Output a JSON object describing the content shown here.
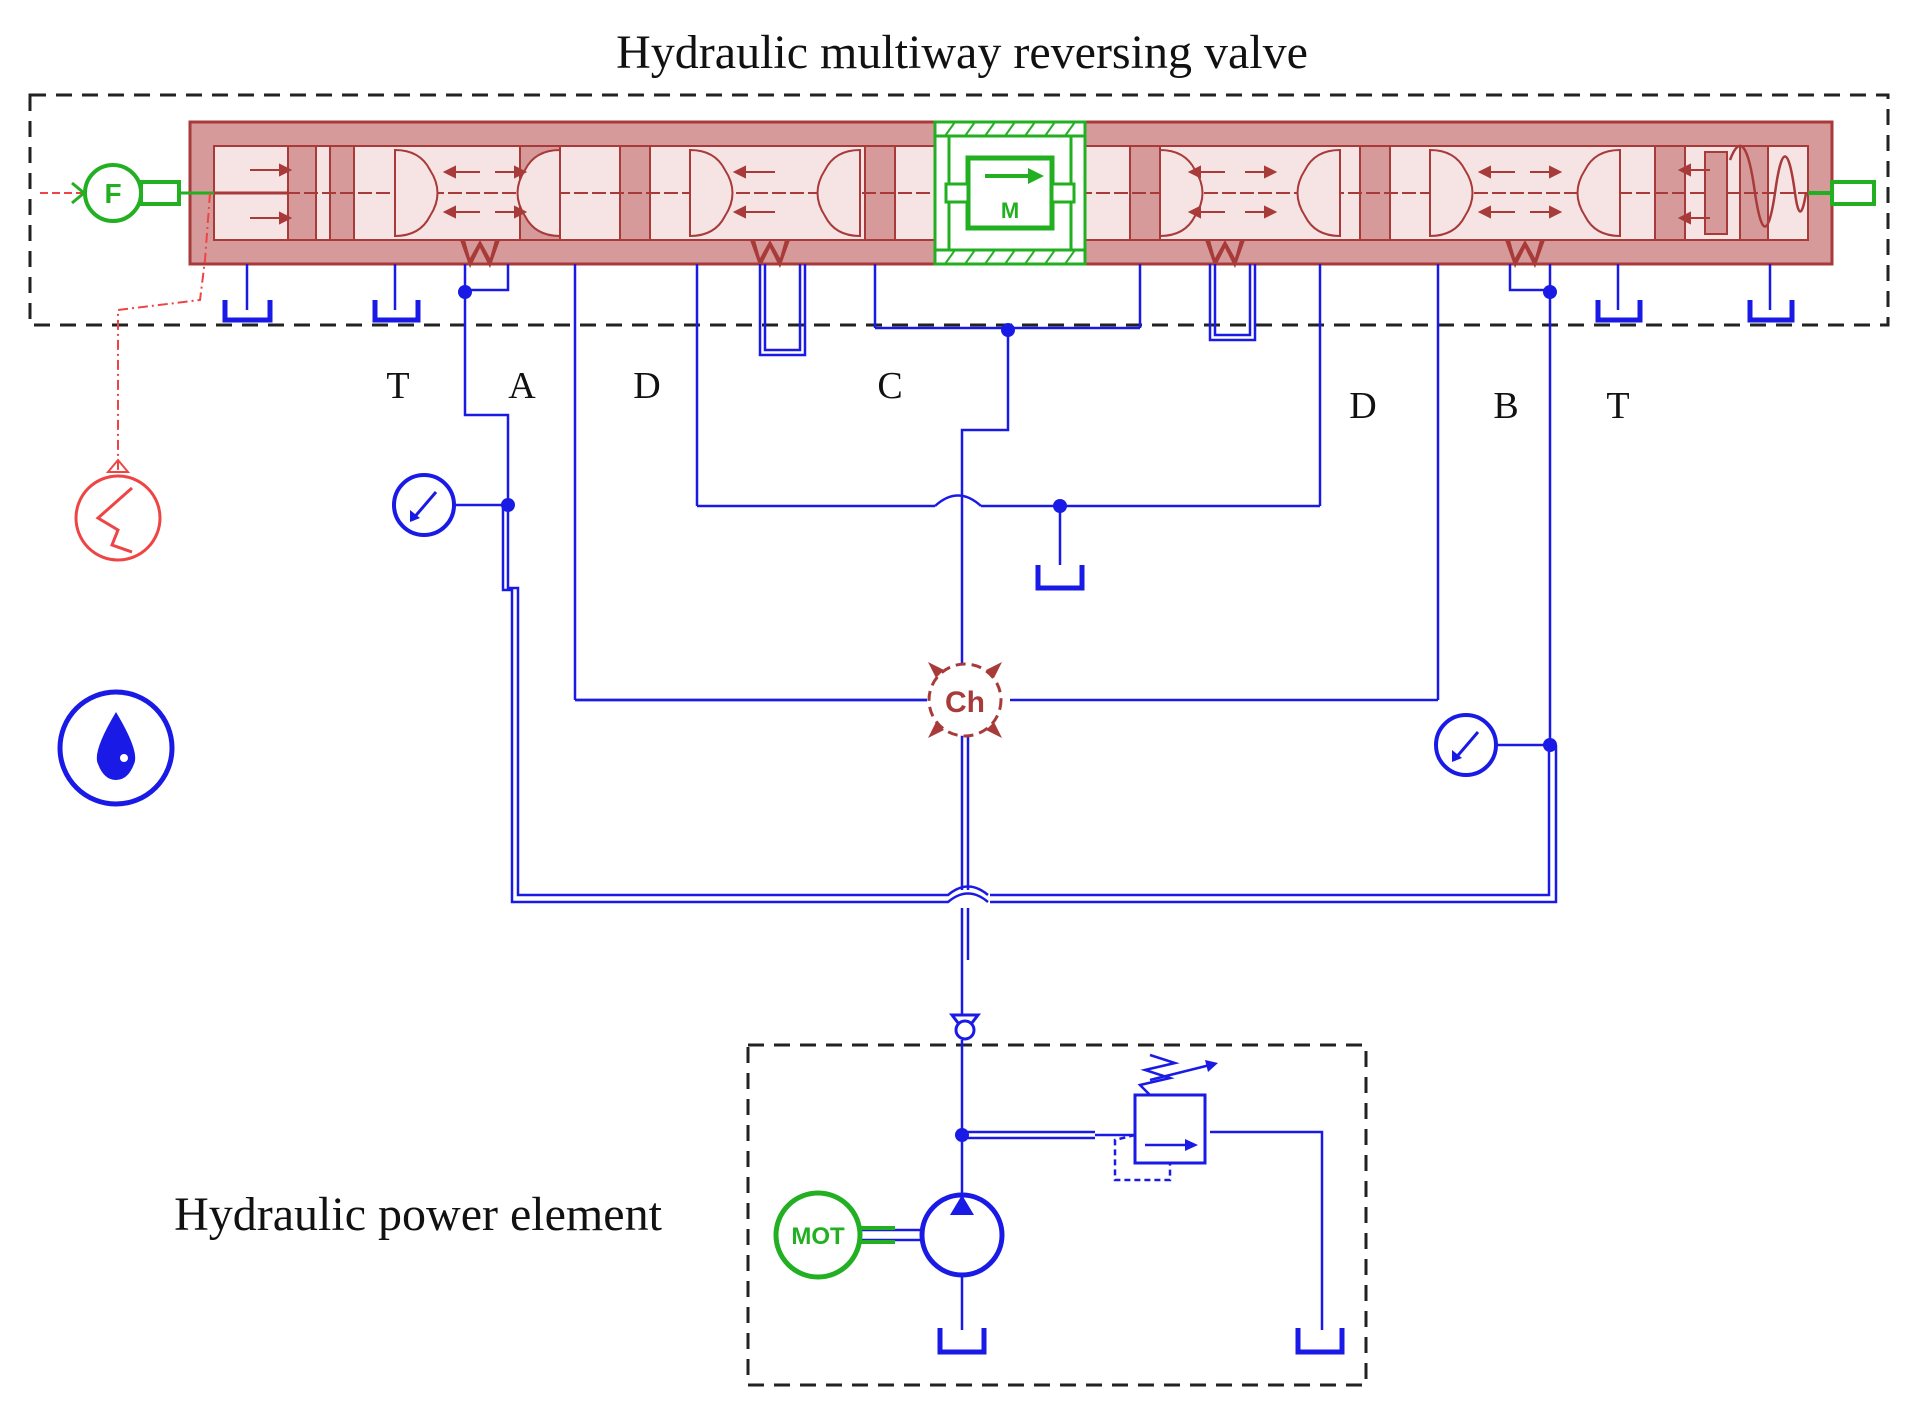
{
  "titles": {
    "valve_group": "Hydraulic multiway reversing valve",
    "power_group": "Hydraulic power element"
  },
  "ports": {
    "t_left": "T",
    "a": "A",
    "d_left": "D",
    "c": "C",
    "d_right": "D",
    "b": "B",
    "t_right": "T"
  },
  "symbols": {
    "force_source": "F",
    "manual_actuator": "M",
    "chamber": "Ch",
    "motor": "MOT"
  },
  "colors": {
    "valve_body": "#d69a9a",
    "valve_outline": "#a83a3a",
    "hydraulic_line": "#1a1ae6",
    "electric_component": "#22b022",
    "signal_element": "#ee4444",
    "frame": "#222222"
  },
  "icons": [
    "force-source-icon",
    "manual-actuator-icon",
    "spring-icon",
    "signal-generator-icon",
    "hydraulic-fluid-icon",
    "pressure-gauge-icon",
    "tank-icon",
    "hydraulic-chamber-icon",
    "check-valve-icon",
    "relief-valve-icon",
    "electric-motor-icon",
    "hydraulic-pump-icon"
  ]
}
